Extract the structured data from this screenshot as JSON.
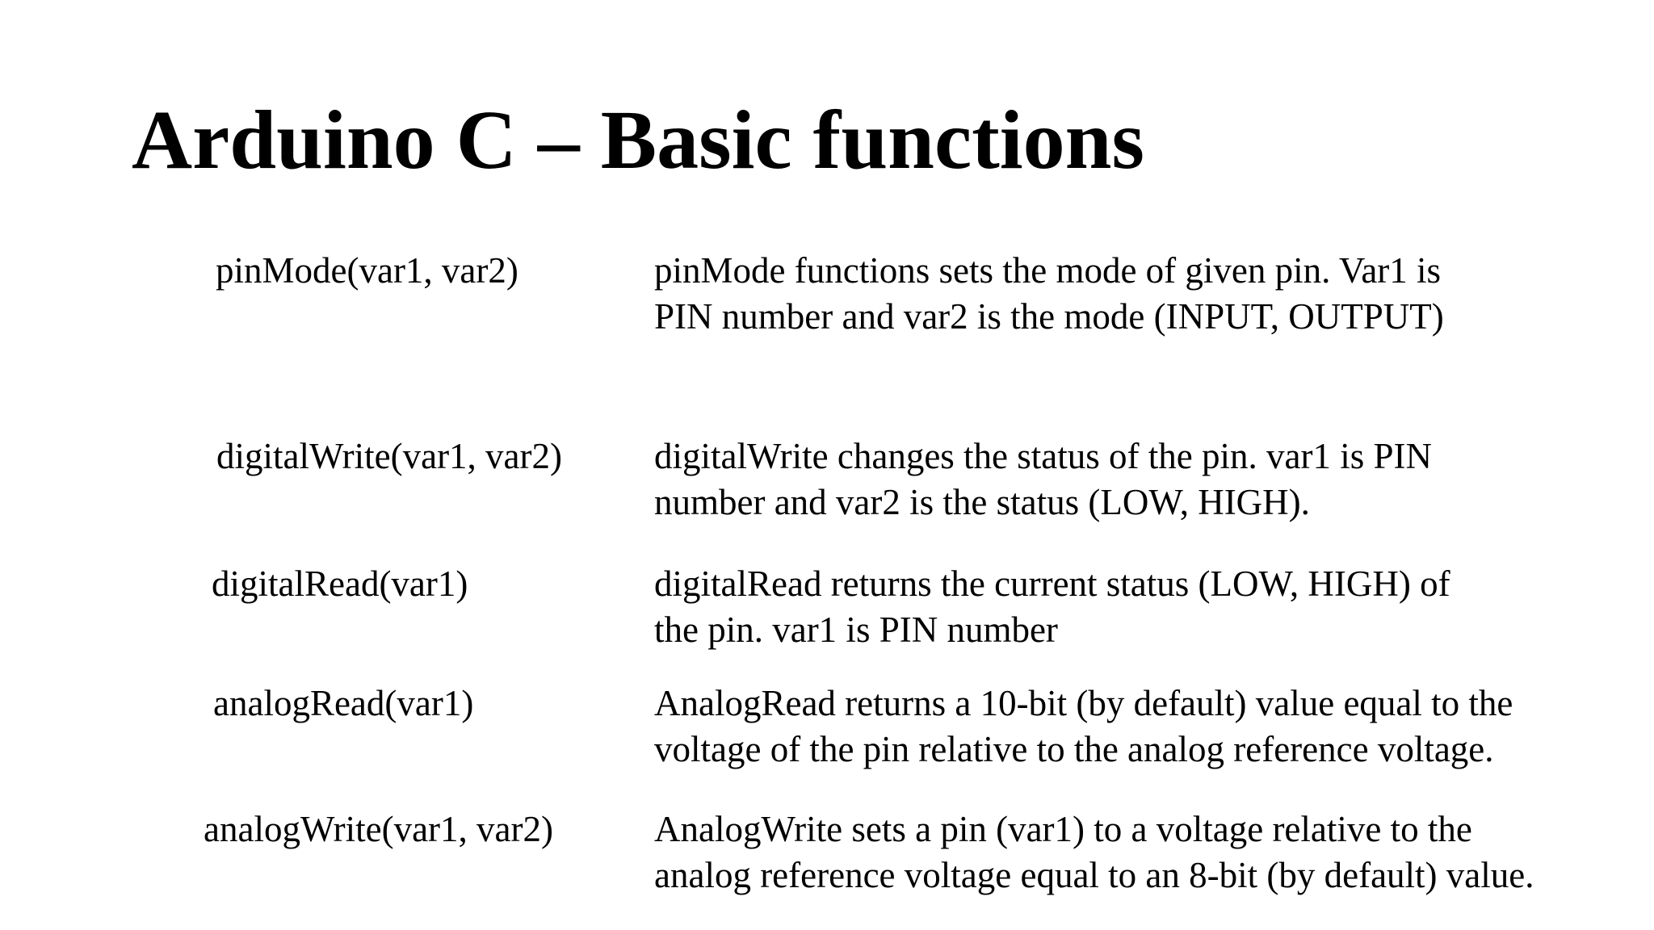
{
  "title": "Arduino C – Basic functions",
  "colors": {
    "background": "#ffffff",
    "text": "#000000"
  },
  "rows": [
    {
      "signature": "pinMode(var1, var2)",
      "description": "pinMode functions sets the mode of given pin. Var1 is\nPIN number and var2 is the mode (INPUT, OUTPUT)"
    },
    {
      "signature": "digitalWrite(var1, var2)",
      "description": "digitalWrite changes the status of the pin. var1 is PIN\nnumber and var2 is the status (LOW, HIGH)."
    },
    {
      "signature": "digitalRead(var1)",
      "description": "digitalRead returns the current status (LOW, HIGH) of\nthe pin. var1 is PIN number"
    },
    {
      "signature": "analogRead(var1)",
      "description": "AnalogRead returns a 10-bit (by default) value equal to the\nvoltage of the pin relative to the analog reference voltage."
    },
    {
      "signature": "analogWrite(var1, var2)",
      "description": "AnalogWrite sets a pin (var1) to a voltage relative to the\nanalog reference voltage equal to an 8-bit (by default) value."
    }
  ]
}
